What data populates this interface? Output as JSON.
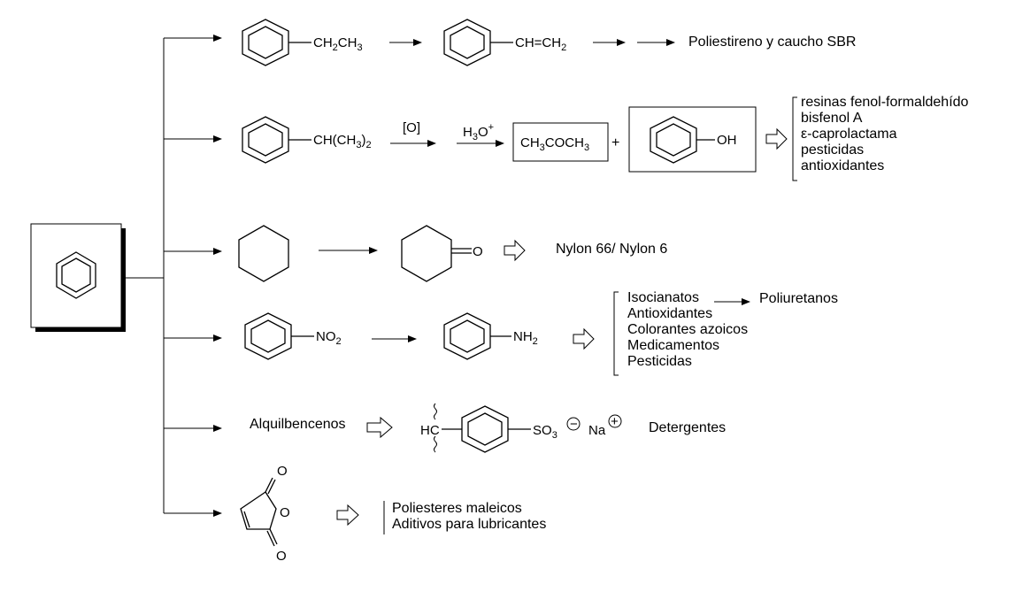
{
  "rows": {
    "r1": {
      "group1": "CH",
      "group1_sub": "2",
      "group1b": "CH",
      "group1b_sub": "3",
      "group2": "CH=CH",
      "group2_sub": "2",
      "product": "Poliestireno y caucho SBR"
    },
    "r2": {
      "group": "CH(CH",
      "group_sub": "3",
      "group_close": ")",
      "group_sub2": "2",
      "reagent1": "[O]",
      "reagent2": "H",
      "reagent2_sub": "3",
      "reagent2_sup": "O",
      "reagent2_plus": "+",
      "acetone": "CH",
      "acetone_sub1": "3",
      "acetone_mid": "COCH",
      "acetone_sub2": "3",
      "plus": "+",
      "phenol_oh": "OH",
      "uses": [
        "resinas fenol-formaldehído",
        "bisfenol A",
        "ε-caprolactama",
        "pesticidas",
        "antioxidantes"
      ]
    },
    "r3": {
      "ketone_o": "O",
      "product": "Nylon 66/ Nylon 6"
    },
    "r4": {
      "nitro": "NO",
      "nitro_sub": "2",
      "amine": "NH",
      "amine_sub": "2",
      "uses": [
        "Isocianatos",
        "Antioxidantes",
        "Colorantes azoicos",
        "Medicamentos",
        "Pesticidas"
      ],
      "isocyanate_product": "Poliuretanos"
    },
    "r5": {
      "reactant": "Alquilbencenos",
      "hc": "HC",
      "so3": "SO",
      "so3_sub": "3",
      "minus": "−",
      "na": "Na",
      "plus": "+",
      "product": "Detergentes"
    },
    "r6": {
      "o_top": "O",
      "o_ring": "O",
      "o_bottom": "O",
      "uses": [
        "Poliesteres maleicos",
        "Aditivos para lubricantes"
      ]
    }
  }
}
